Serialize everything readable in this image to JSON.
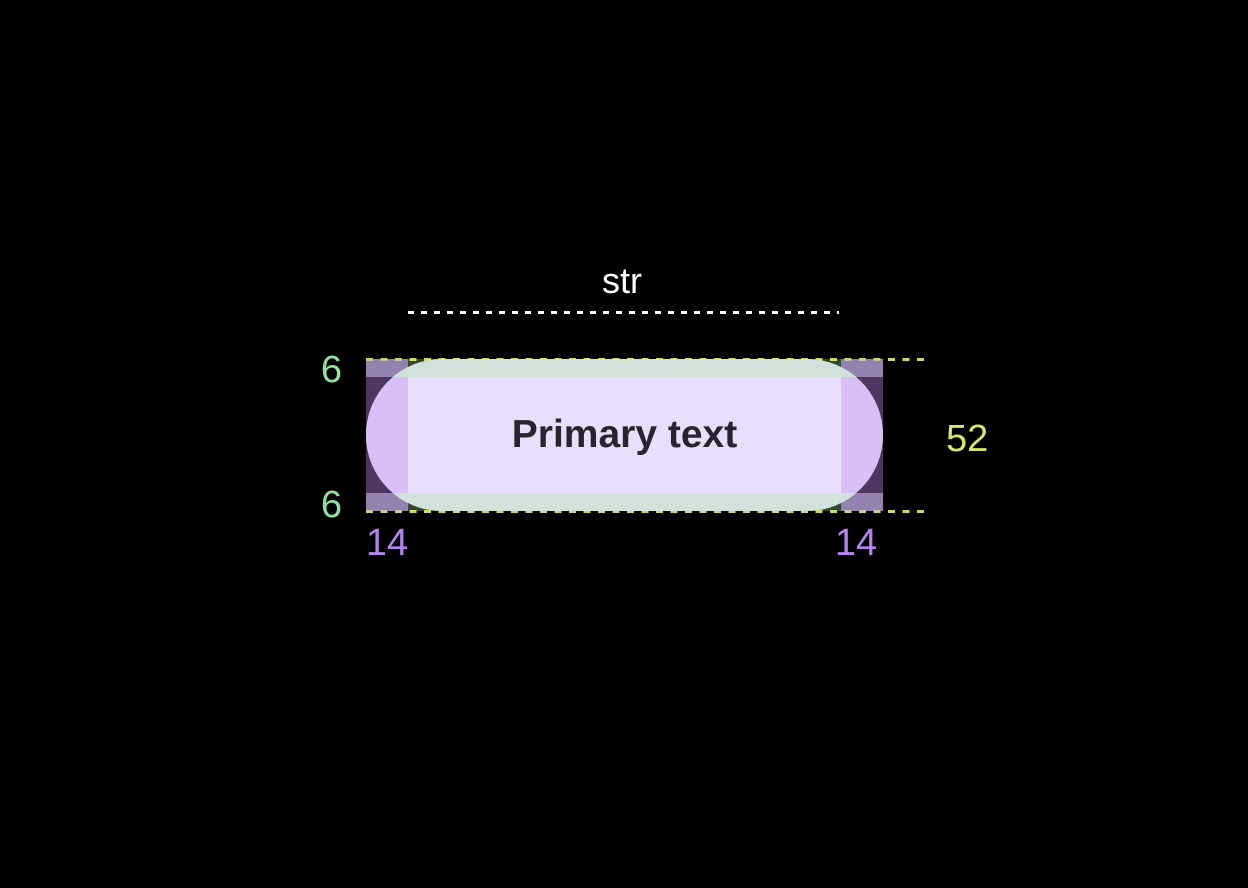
{
  "colors": {
    "bg": "#000000",
    "pill": "#eadffb",
    "pill-pad-x": "#d6c0f5",
    "pill-pad-y": "#d2e1d9",
    "dark-pad-x": "#4b3760",
    "dark-pad-y": "#2e4831",
    "corner-overlay": "rgba(190,177,222,0.62)",
    "dash-yellow": "#d9e464",
    "dash-white": "#ffffff",
    "label-green": "#90e19f",
    "label-yellow": "#d9e46a",
    "label-purple": "#b583ee",
    "label-white": "#ffffff",
    "button-text": "#28252e"
  },
  "button": {
    "label": "Primary text"
  },
  "annotations": {
    "string_width": {
      "label": "str"
    },
    "height": {
      "value": "52"
    },
    "padding_top": {
      "value": "6"
    },
    "padding_bottom": {
      "value": "6"
    },
    "padding_left": {
      "value": "14"
    },
    "padding_right": {
      "value": "14"
    }
  }
}
